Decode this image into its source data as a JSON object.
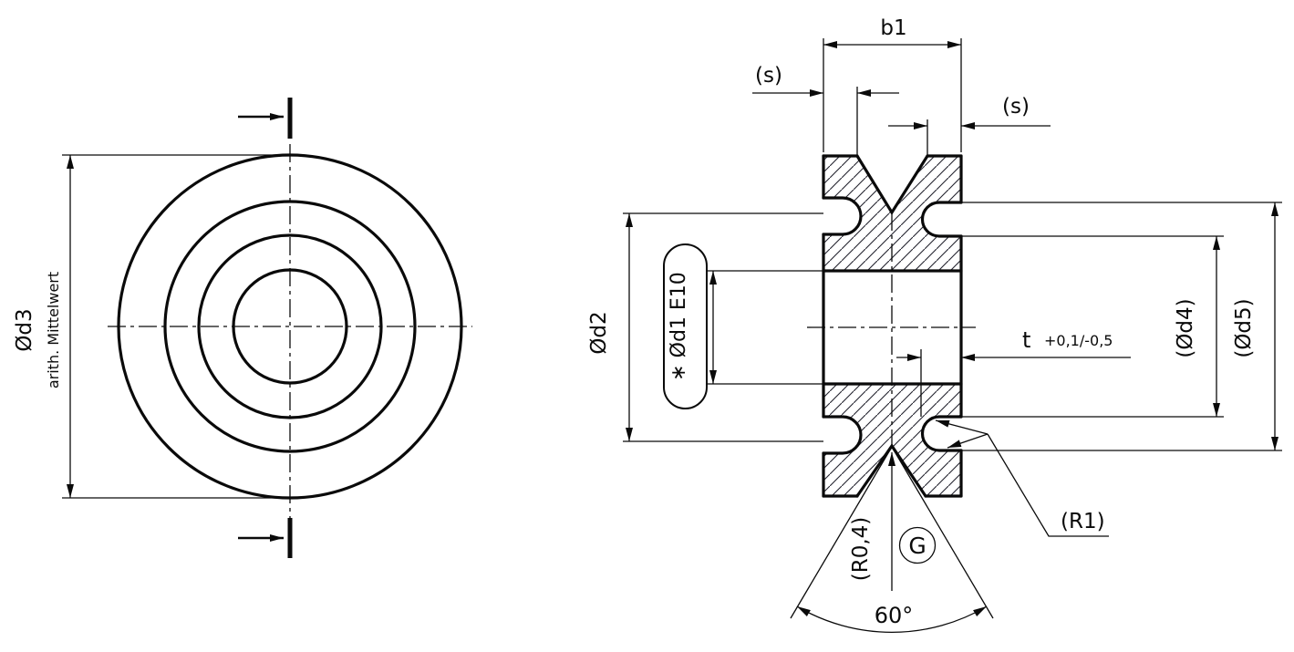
{
  "colors": {
    "background": "#ffffff",
    "line": "#0a0a0a",
    "hatch": "#23232e"
  },
  "front": {
    "d3_label": "Ød3",
    "d3_note": "arith. Mittelwert"
  },
  "section": {
    "b1": "b1",
    "s_left": "(s)",
    "s_right": "(s)",
    "d2": "Ød2",
    "d1_balloon": "∗ Ød1 E10",
    "t": "t",
    "t_tol": "+0,1/-0,5",
    "d4": "(Ød4)",
    "d5": "(Ød5)",
    "r1": "(R1)",
    "groove_radius": "(R0,4)",
    "grind_symbol": "G",
    "angle": "60°"
  }
}
